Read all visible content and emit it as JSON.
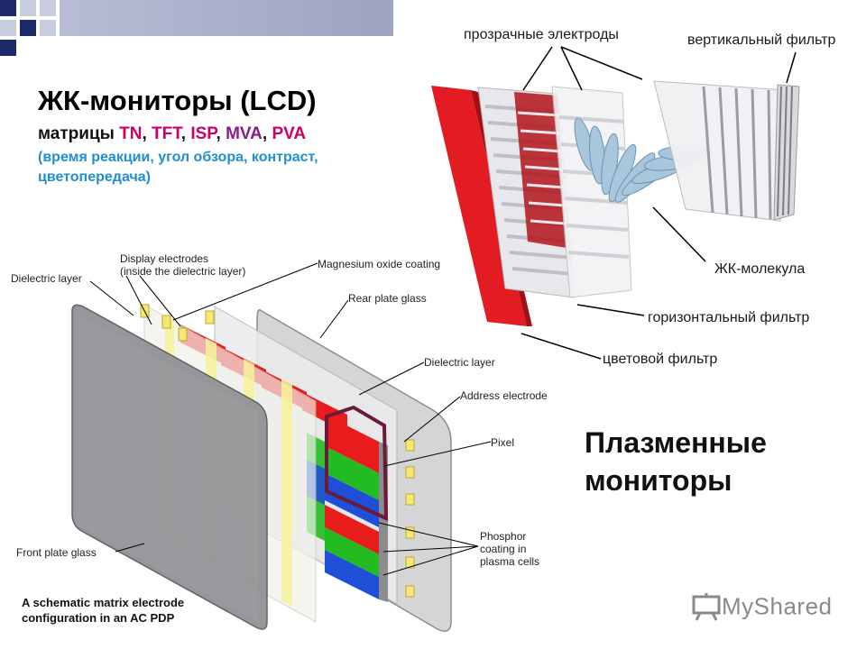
{
  "slide": {
    "title": "ЖК-мониторы (LCD)",
    "subtitle": {
      "prefix": "матрицы ",
      "items": [
        {
          "text": "TN",
          "tone": "m1"
        },
        {
          "text": "TFT",
          "tone": "m1"
        },
        {
          "text": "ISP",
          "tone": "m1"
        },
        {
          "text": "MVA",
          "tone": "m2"
        },
        {
          "text": "PVA",
          "tone": "m1"
        }
      ],
      "sep": ", "
    },
    "note_line1": "(время реакции, угол обзора, контраст,",
    "note_line2": "цветопередача)",
    "plasma_line1": "Плазменные",
    "plasma_line2": "мониторы",
    "logo": "MyShared"
  },
  "lcd_labels": {
    "transparent_electrodes": "прозрачные электроды",
    "vertical_filter": "вертикальный фильтр",
    "lc_molecule": "ЖК-молекула",
    "horizontal_filter": "горизонтальный фильтр",
    "color_filter": "цветовой фильтр"
  },
  "pdp_labels": {
    "display_electrodes_1": "Display electrodes",
    "display_electrodes_2": "(inside the dielectric layer)",
    "dielectric_layer_left": "Dielectric layer",
    "magnesium": "Magnesium oxide coating",
    "rear_glass": "Rear plate glass",
    "dielectric_layer_right": "Dielectric layer",
    "address_electrode": "Address electrode",
    "pixel": "Pixel",
    "phosphor_1": "Phosphor",
    "phosphor_2": "coating in",
    "phosphor_3": "plasma cells",
    "front_glass": "Front plate glass",
    "caption_1": "A schematic matrix electrode",
    "caption_2": "configuration in an AC PDP"
  },
  "colors": {
    "accent_magenta": "#cc0066",
    "accent_purple": "#8b1a8b",
    "note_blue": "#1f8fd1",
    "deco_navy": "#1f2a6b"
  }
}
